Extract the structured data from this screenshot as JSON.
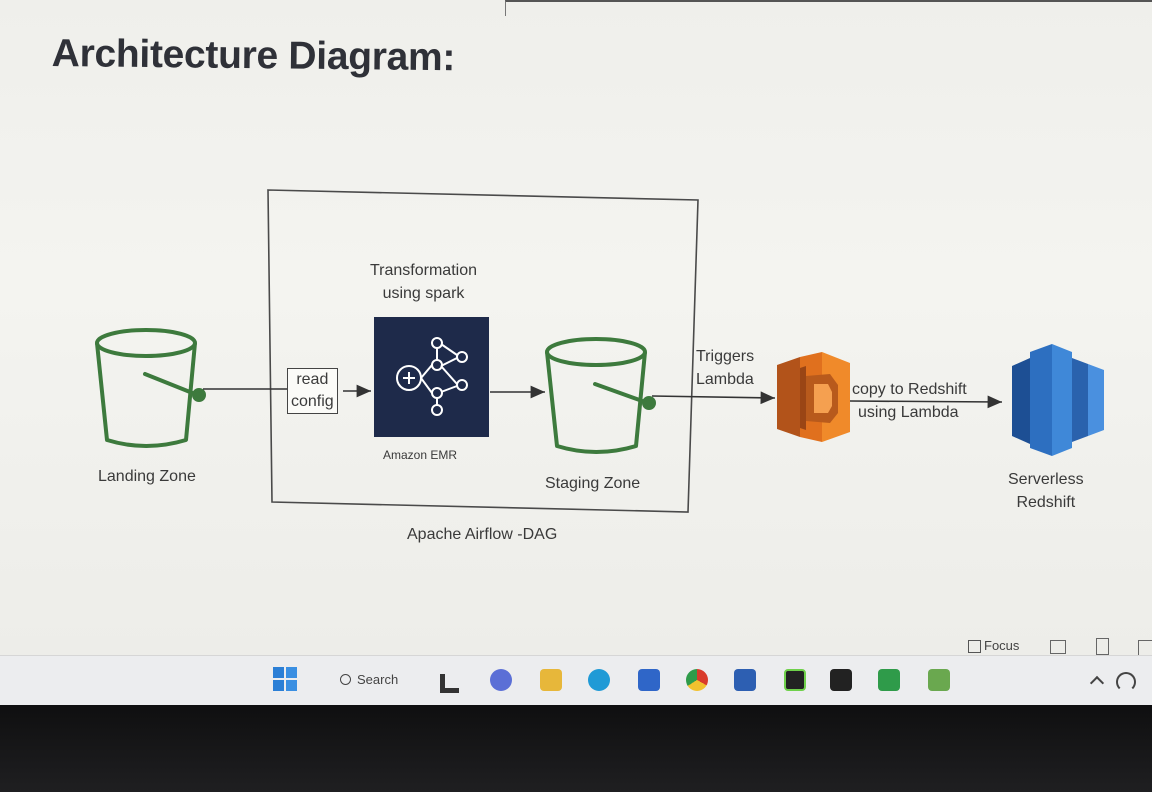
{
  "slide": {
    "title": "Architecture Diagram:",
    "landing_label": "Landing Zone",
    "read_config_line1": "read",
    "read_config_line2": "config",
    "transform_line1": "Transformation",
    "transform_line2": "using spark",
    "emr_label": "Amazon EMR",
    "staging_label": "Staging Zone",
    "triggers_line1": "Triggers",
    "triggers_line2": "Lambda",
    "copy_line1": "copy to Redshift",
    "copy_line2": "using Lambda",
    "redshift_line1": "Serverless",
    "redshift_line2": "Redshift",
    "airflow_label": "Apache Airflow -DAG"
  },
  "colors": {
    "bucket_green": "#3d7a3d",
    "emr_navy": "#1e2a4a",
    "lambda_orange": "#e0701e",
    "redshift_blue": "#2d6fc0"
  },
  "taskbar": {
    "search_label": "Search",
    "focus_label": "Focus",
    "icons": [
      "windows-start-icon",
      "search-icon",
      "app-l-icon",
      "chat-icon",
      "file-explorer-icon",
      "edge-browser-icon",
      "store-icon",
      "chrome-icon",
      "word-icon",
      "pycharm-icon",
      "terminal-icon",
      "green-app-icon",
      "chart-app-icon"
    ]
  }
}
